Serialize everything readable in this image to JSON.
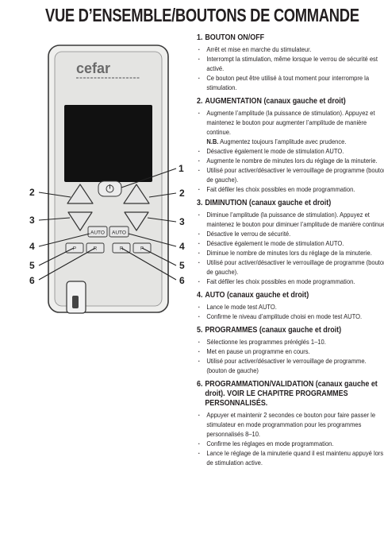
{
  "title": "VUE D’ENSEMBLE/BOUTONS DE COMMANDE",
  "device": {
    "brand": "cefar",
    "auto_label": "AUTO",
    "bottom_buttons": [
      "P",
      "R",
      "R",
      "P"
    ]
  },
  "callouts": [
    "1",
    "2",
    "2",
    "3",
    "3",
    "4",
    "4",
    "5",
    "5",
    "6",
    "6"
  ],
  "sections": [
    {
      "num": "1.",
      "title": "BOUTON ON/OFF",
      "items": [
        "Arrêt et mise en marche du stimulateur.",
        "Interrompt la stimulation, même lorsque le verrou de sécurité est activé.",
        "Ce bouton peut être utilisé à tout moment pour interrompre la stimulation."
      ]
    },
    {
      "num": "2.",
      "title": "AUGMENTATION (canaux gauche et droit)",
      "items": [
        "Augmente l’amplitude (la puissance de stimulation). Appuyez et maintenez le bouton pour augmenter l’amplitude de manière continue.",
        "Désactive également le mode de stimulation AUTO.",
        "Augmente le nombre de minutes lors du réglage de la minuterie.",
        "Utilisé pour activer/désactiver le verrouillage de programme (bouton de gauche).",
        "Fait défiler les choix possibles en mode programmation."
      ],
      "nb_label": "N.B.",
      "nb_text": "Augmentez toujours l’amplitude avec prudence."
    },
    {
      "num": "3.",
      "title": "DIMINUTION (canaux gauche et droit)",
      "items": [
        "Diminue l’amplitude (la puissance de stimulation). Appuyez et maintenez le bouton pour diminuer l’amplitude de manière continue.",
        "Désactive le verrou de sécurité.",
        "Désactive également le mode de stimulation AUTO.",
        "Diminue le nombre de minutes lors du réglage de la minuterie.",
        "Utilisé pour activer/désactiver le verrouillage de programme (bouton de gauche).",
        "Fait défiler les choix possibles en mode programmation."
      ]
    },
    {
      "num": "4.",
      "title": "AUTO (canaux gauche et droit)",
      "items": [
        "Lance le mode test AUTO.",
        "Confirme le niveau d’amplitude choisi en mode test AUTO."
      ]
    },
    {
      "num": "5.",
      "title": "PROGRAMMES (canaux gauche et droit)",
      "items": [
        "Sélectionne les programmes préréglés 1–10.",
        "Met en pause un programme en cours.",
        "Utilisé pour activer/désactiver le verrouillage de programme. (bouton de gauche)"
      ]
    },
    {
      "num": "6.",
      "title": "PROGRAMMATION/VALIDATION (canaux gauche et droit). VOIR LE CHAPITRE PROGRAMMES PERSONNALISÉS.",
      "items": [
        "Appuyer et maintenir 2 secondes ce bouton pour faire passer le stimulateur en mode programmation pour les programmes personnalisés 8–10.",
        "Confirme les réglages en mode programmation.",
        "Lance le réglage de la minuterie quand il est maintenu appuyé lors de stimulation active."
      ]
    }
  ],
  "colors": {
    "text": "#231f20",
    "device_body": "#e9e9e7",
    "screen": "#111111"
  }
}
